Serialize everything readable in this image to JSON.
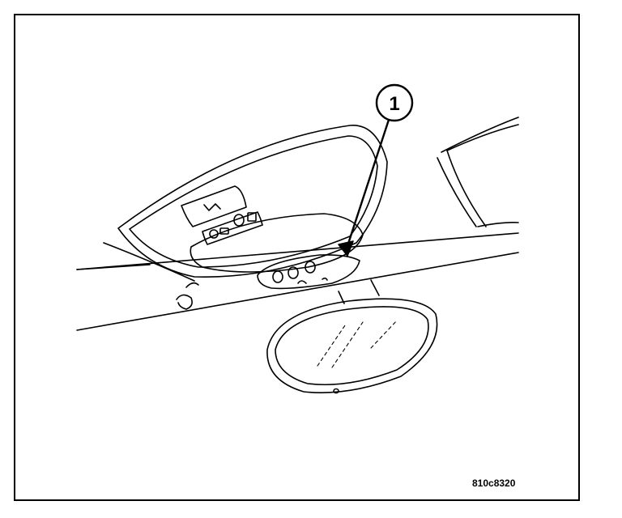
{
  "diagram": {
    "callouts": [
      {
        "number": "1",
        "target": "overhead-console-lamp-lens"
      }
    ],
    "figure_id": "810c8320"
  },
  "colors": {
    "line": "#000000",
    "background": "#ffffff"
  }
}
